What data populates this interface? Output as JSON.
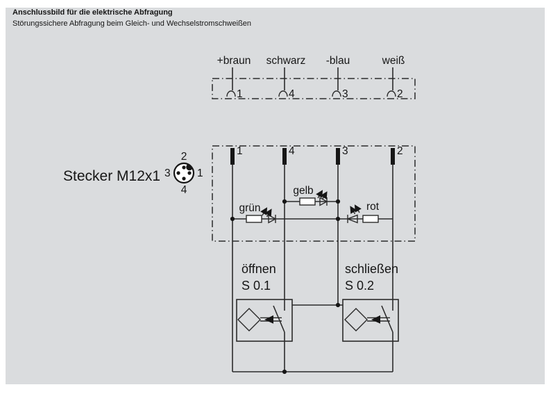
{
  "header": {
    "title": "Anschlussbild für die elektrische Abfragung",
    "subtitle": "Störungssichere Abfragung beim Gleich- und Wechselstromschweißen"
  },
  "plug": {
    "wires": [
      {
        "label": "+braun",
        "pin": "1"
      },
      {
        "label": "schwarz",
        "pin": "4"
      },
      {
        "label": "-blau",
        "pin": "3"
      },
      {
        "label": "weiß",
        "pin": "2"
      }
    ]
  },
  "connector": {
    "label": "Stecker M12x1",
    "pin_top": "2",
    "pin_left": "3",
    "pin_right": "1",
    "pin_bottom": "4"
  },
  "leds": [
    {
      "label": "grün"
    },
    {
      "label": "gelb"
    },
    {
      "label": "rot"
    }
  ],
  "switches": [
    {
      "label": "öffnen",
      "id": "S 0.1"
    },
    {
      "label": "schließen",
      "id": "S 0.2"
    }
  ],
  "colors": {
    "panel_background": "#dadcde",
    "line": "#2b2b2b",
    "text": "#161616"
  }
}
